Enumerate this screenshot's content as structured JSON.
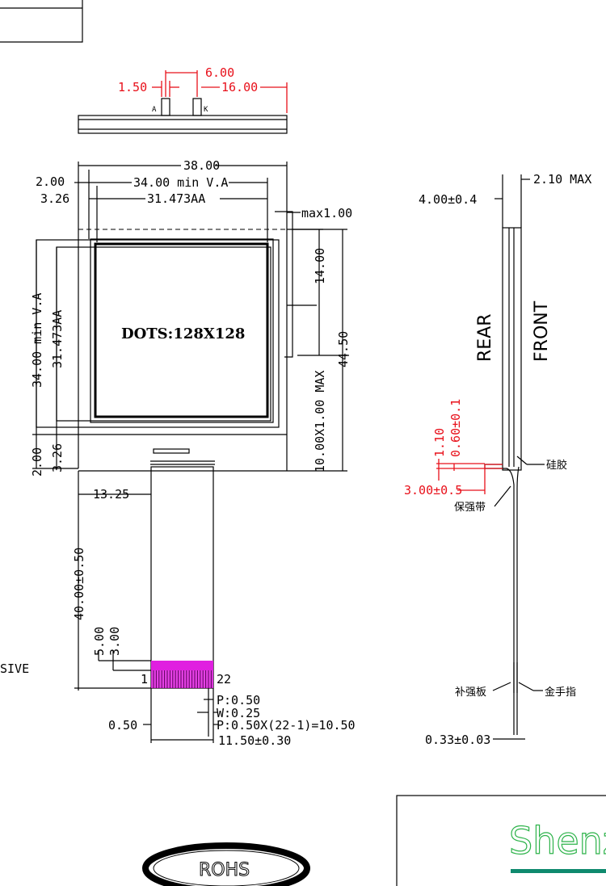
{
  "top_view": {
    "pin_spacing": "6.00",
    "pin_width": "1.50",
    "overall": "16.00",
    "pin_a": "A",
    "pin_k": "K"
  },
  "front_view": {
    "width_total": "38.00",
    "border_left": "2.00",
    "va_width": "34.00 min V.A",
    "aa_offset": "3.26",
    "aa_width": "31.473AA",
    "max_offset": "max1.00",
    "height_14": "14.00",
    "height_total": "44.50",
    "max_thick": "10.00X1.00 MAX",
    "va_height": "34.00 min V.A",
    "aa_height": "31.473AA",
    "bottom_border": "2.00",
    "bottom_aa": "3.26",
    "dots": "DOTS:128X128"
  },
  "fpc": {
    "offset": "13.25",
    "length": "40.00±0.50",
    "stiff_5": "5.00",
    "stiff_3": "3.00",
    "pin_first": "1",
    "pin_last": "22",
    "pitch": "P:0.50",
    "width_pad": "W:0.25",
    "pitch_total": "P:0.50X(22-1)=10.50",
    "margin": "0.50",
    "width_total": "11.50±0.30",
    "adhesive_fragment": "SIVE"
  },
  "side_view": {
    "thickness": "2.10 MAX",
    "panel": "4.00±0.4",
    "rear": "REAR",
    "front": "FRONT",
    "dim_110": "1.10",
    "dim_060": "0.60±0.1",
    "dim_300": "3.00±0.5",
    "silicone": "硅胶",
    "protect_tape": "保强带",
    "stiffener": "补强板",
    "gold_finger": "金手指",
    "fpc_thick": "0.33±0.03"
  },
  "footer": {
    "rohs": "ROHS",
    "company": "Shenzh"
  },
  "colors": {
    "dimension_red": "#e8101a",
    "pad_magenta": "#e020e0",
    "company_green": "#2db34a",
    "bar_teal": "#0f8a6e"
  }
}
